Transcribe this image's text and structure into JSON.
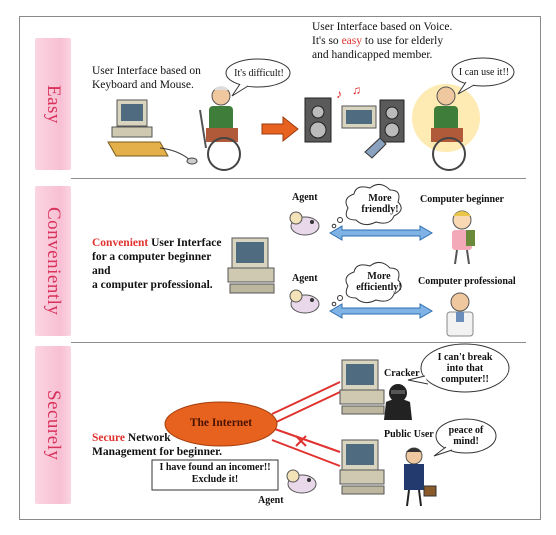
{
  "sections": [
    {
      "label": "Easy"
    },
    {
      "label": "Conveniently"
    },
    {
      "label": "Securely"
    }
  ],
  "easy": {
    "keyboard_text": "User Interface based on\nKeyboard and Mouse.",
    "difficult_bubble": "It's difficult!",
    "voice_line1": "User Interface based on Voice.",
    "voice_line2_pre": "It's so ",
    "voice_line2_highlight": "easy",
    "voice_line2_post": " to use for elderly",
    "voice_line3": "and handicapped member.",
    "can_use_bubble": "I can use it!!"
  },
  "convenient": {
    "agent_label_top": "Agent",
    "agent_label_bottom": "Agent",
    "friendly_cloud": "More\nfriendly!",
    "efficient_cloud": "More\nefficiently!",
    "beginner_label": "Computer beginner",
    "professional_label": "Computer professional",
    "desc_highlight": "Convenient",
    "desc_rest1": " User Interface",
    "desc_line2": "for a computer beginner and",
    "desc_line3": "a computer professional."
  },
  "secure": {
    "internet_label": "The Internet",
    "cracker_label": "Cracker",
    "cracker_bubble": "I can't break\ninto that\ncomputer!!",
    "public_user_label": "Public User",
    "peace_bubble": "peace of\nmind!",
    "desc_highlight": "Secure",
    "desc_rest1": " Network",
    "desc_line2": "Management for beginner.",
    "incomer_box": "I have found an incomer!!\nExclude it!",
    "agent_label": "Agent"
  },
  "colors": {
    "accent_red": "#e0332f",
    "band_pink": "#f7c0d3",
    "label_pink": "#d8315b",
    "internet_orange": "#e8621f",
    "arrow_blue": "#4a90d6"
  }
}
